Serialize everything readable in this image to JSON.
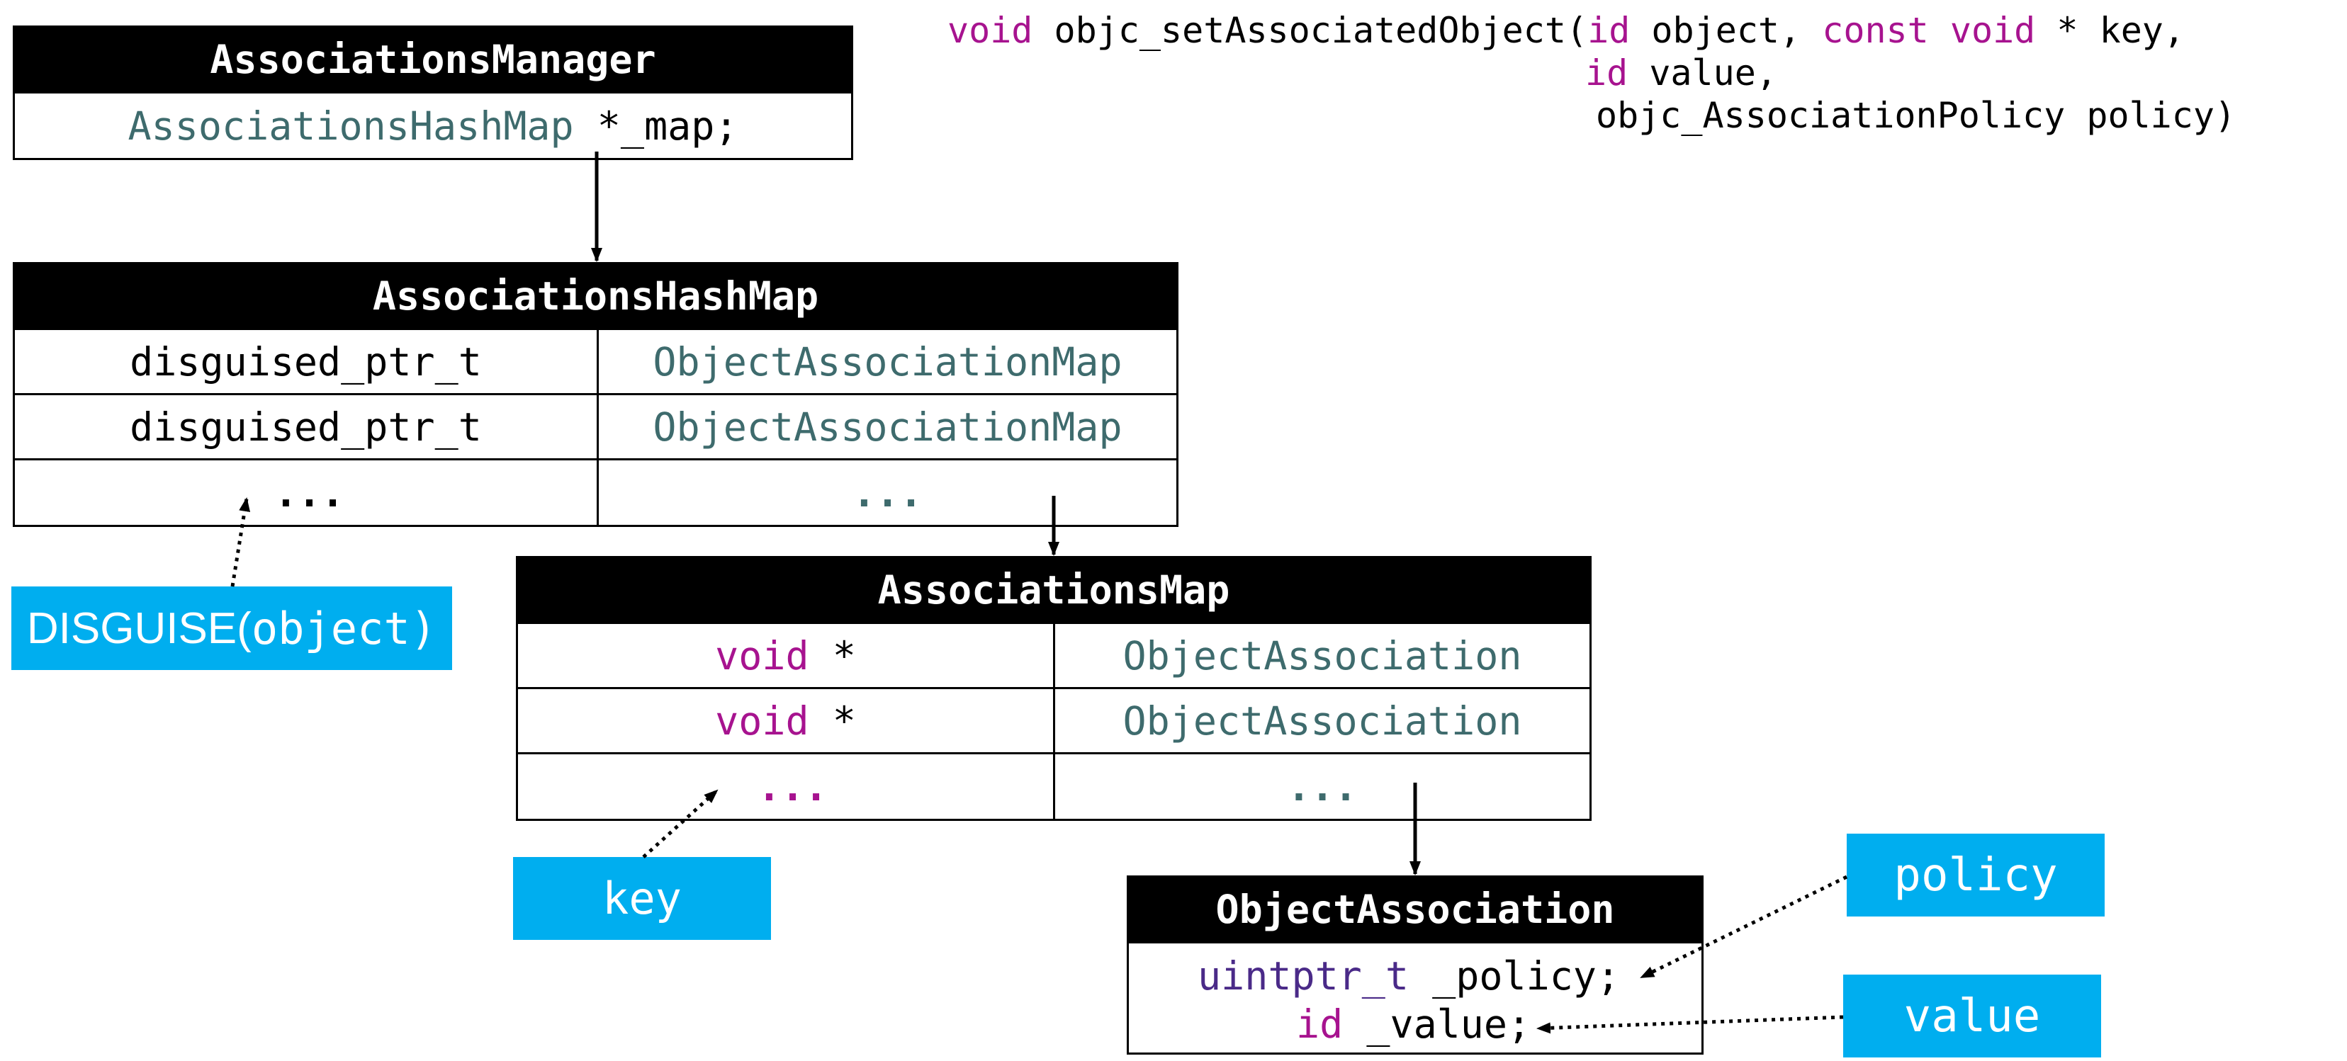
{
  "signature": {
    "line1_kw1": "void",
    "line1_fn": " objc_setAssociatedObject(",
    "line1_kw2": "id",
    "line1_t2": " object, ",
    "line1_kw3": "const void",
    "line1_t3": " * key,",
    "line2_kw": "id",
    "line2_t": " value,",
    "line3_t": "objc_AssociationPolicy policy)"
  },
  "manager": {
    "title": "AssociationsManager",
    "field_type": "AssociationsHashMap",
    "field_rest": " *_map;"
  },
  "hashmap": {
    "title": "AssociationsHashMap",
    "rows": [
      {
        "key": "disguised_ptr_t",
        "value": "ObjectAssociationMap"
      },
      {
        "key": "disguised_ptr_t",
        "value": "ObjectAssociationMap"
      },
      {
        "key": "...",
        "value": "..."
      }
    ]
  },
  "assocmap": {
    "title": "AssociationsMap",
    "rows": [
      {
        "key_kw": "void",
        "key_rest": " *",
        "value": "ObjectAssociation"
      },
      {
        "key_kw": "void",
        "key_rest": " *",
        "value": "ObjectAssociation"
      },
      {
        "key_kw": "...",
        "key_rest": "",
        "value": "..."
      }
    ]
  },
  "objassoc": {
    "title": "ObjectAssociation",
    "line1_type": "uintptr_t",
    "line1_rest": " _policy;",
    "line2_kw": "id",
    "line2_rest": " _value;"
  },
  "labels": {
    "disguise_prefix": "DISGUISE(",
    "disguise_arg": "object)",
    "key": "key",
    "policy": "policy",
    "value": "value"
  },
  "colors": {
    "keyword": "#a7138f",
    "type": "#3e6b6d",
    "tag_bg": "#00aeef"
  }
}
